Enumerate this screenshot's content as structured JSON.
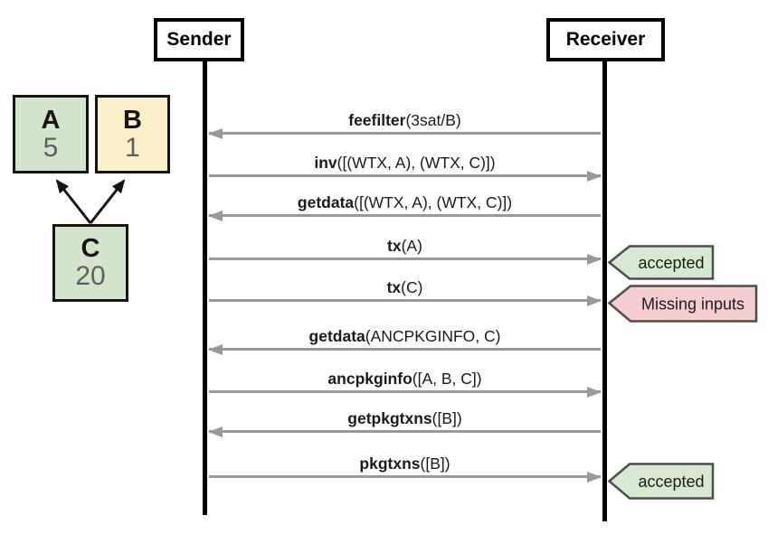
{
  "actors": {
    "sender": "Sender",
    "receiver": "Receiver"
  },
  "graph": {
    "nodes": [
      {
        "id": "A",
        "label": "A",
        "value": "5",
        "color": "green"
      },
      {
        "id": "B",
        "label": "B",
        "value": "1",
        "color": "yellow"
      },
      {
        "id": "C",
        "label": "C",
        "value": "20",
        "color": "green"
      }
    ],
    "edges": [
      {
        "from": "C",
        "to": "A"
      },
      {
        "from": "C",
        "to": "B"
      }
    ]
  },
  "messages": [
    {
      "name": "feefilter",
      "args": "(3sat/B)",
      "direction": "receiver-to-sender"
    },
    {
      "name": "inv",
      "args": "([(WTX, A), (WTX, C)])",
      "direction": "sender-to-receiver"
    },
    {
      "name": "getdata",
      "args": "([(WTX, A), (WTX, C)])",
      "direction": "receiver-to-sender"
    },
    {
      "name": "tx",
      "args": "(A)",
      "direction": "sender-to-receiver",
      "annotation": "accepted",
      "annotation_type": "success"
    },
    {
      "name": "tx",
      "args": "(C)",
      "direction": "sender-to-receiver",
      "annotation": "Missing inputs",
      "annotation_type": "error"
    },
    {
      "name": "getdata",
      "args": "(ANCPKGINFO, C)",
      "direction": "receiver-to-sender"
    },
    {
      "name": "ancpkginfo",
      "args": "([A, B, C])",
      "direction": "sender-to-receiver"
    },
    {
      "name": "getpkgtxns",
      "args": "([B])",
      "direction": "receiver-to-sender"
    },
    {
      "name": "pkgtxns",
      "args": "([B])",
      "direction": "sender-to-receiver",
      "annotation": "accepted",
      "annotation_type": "success"
    }
  ],
  "colors": {
    "node_green": "#d5e5cd",
    "node_yellow": "#fcf0cb",
    "node_border": "#151515",
    "tag_green": "#d9e8d2",
    "tag_pink": "#f6ced2",
    "tag_border": "#4d4d4d",
    "message_arrow": "#999999",
    "lifeline": "#000000",
    "node_value_text": "#5f5f5f"
  }
}
